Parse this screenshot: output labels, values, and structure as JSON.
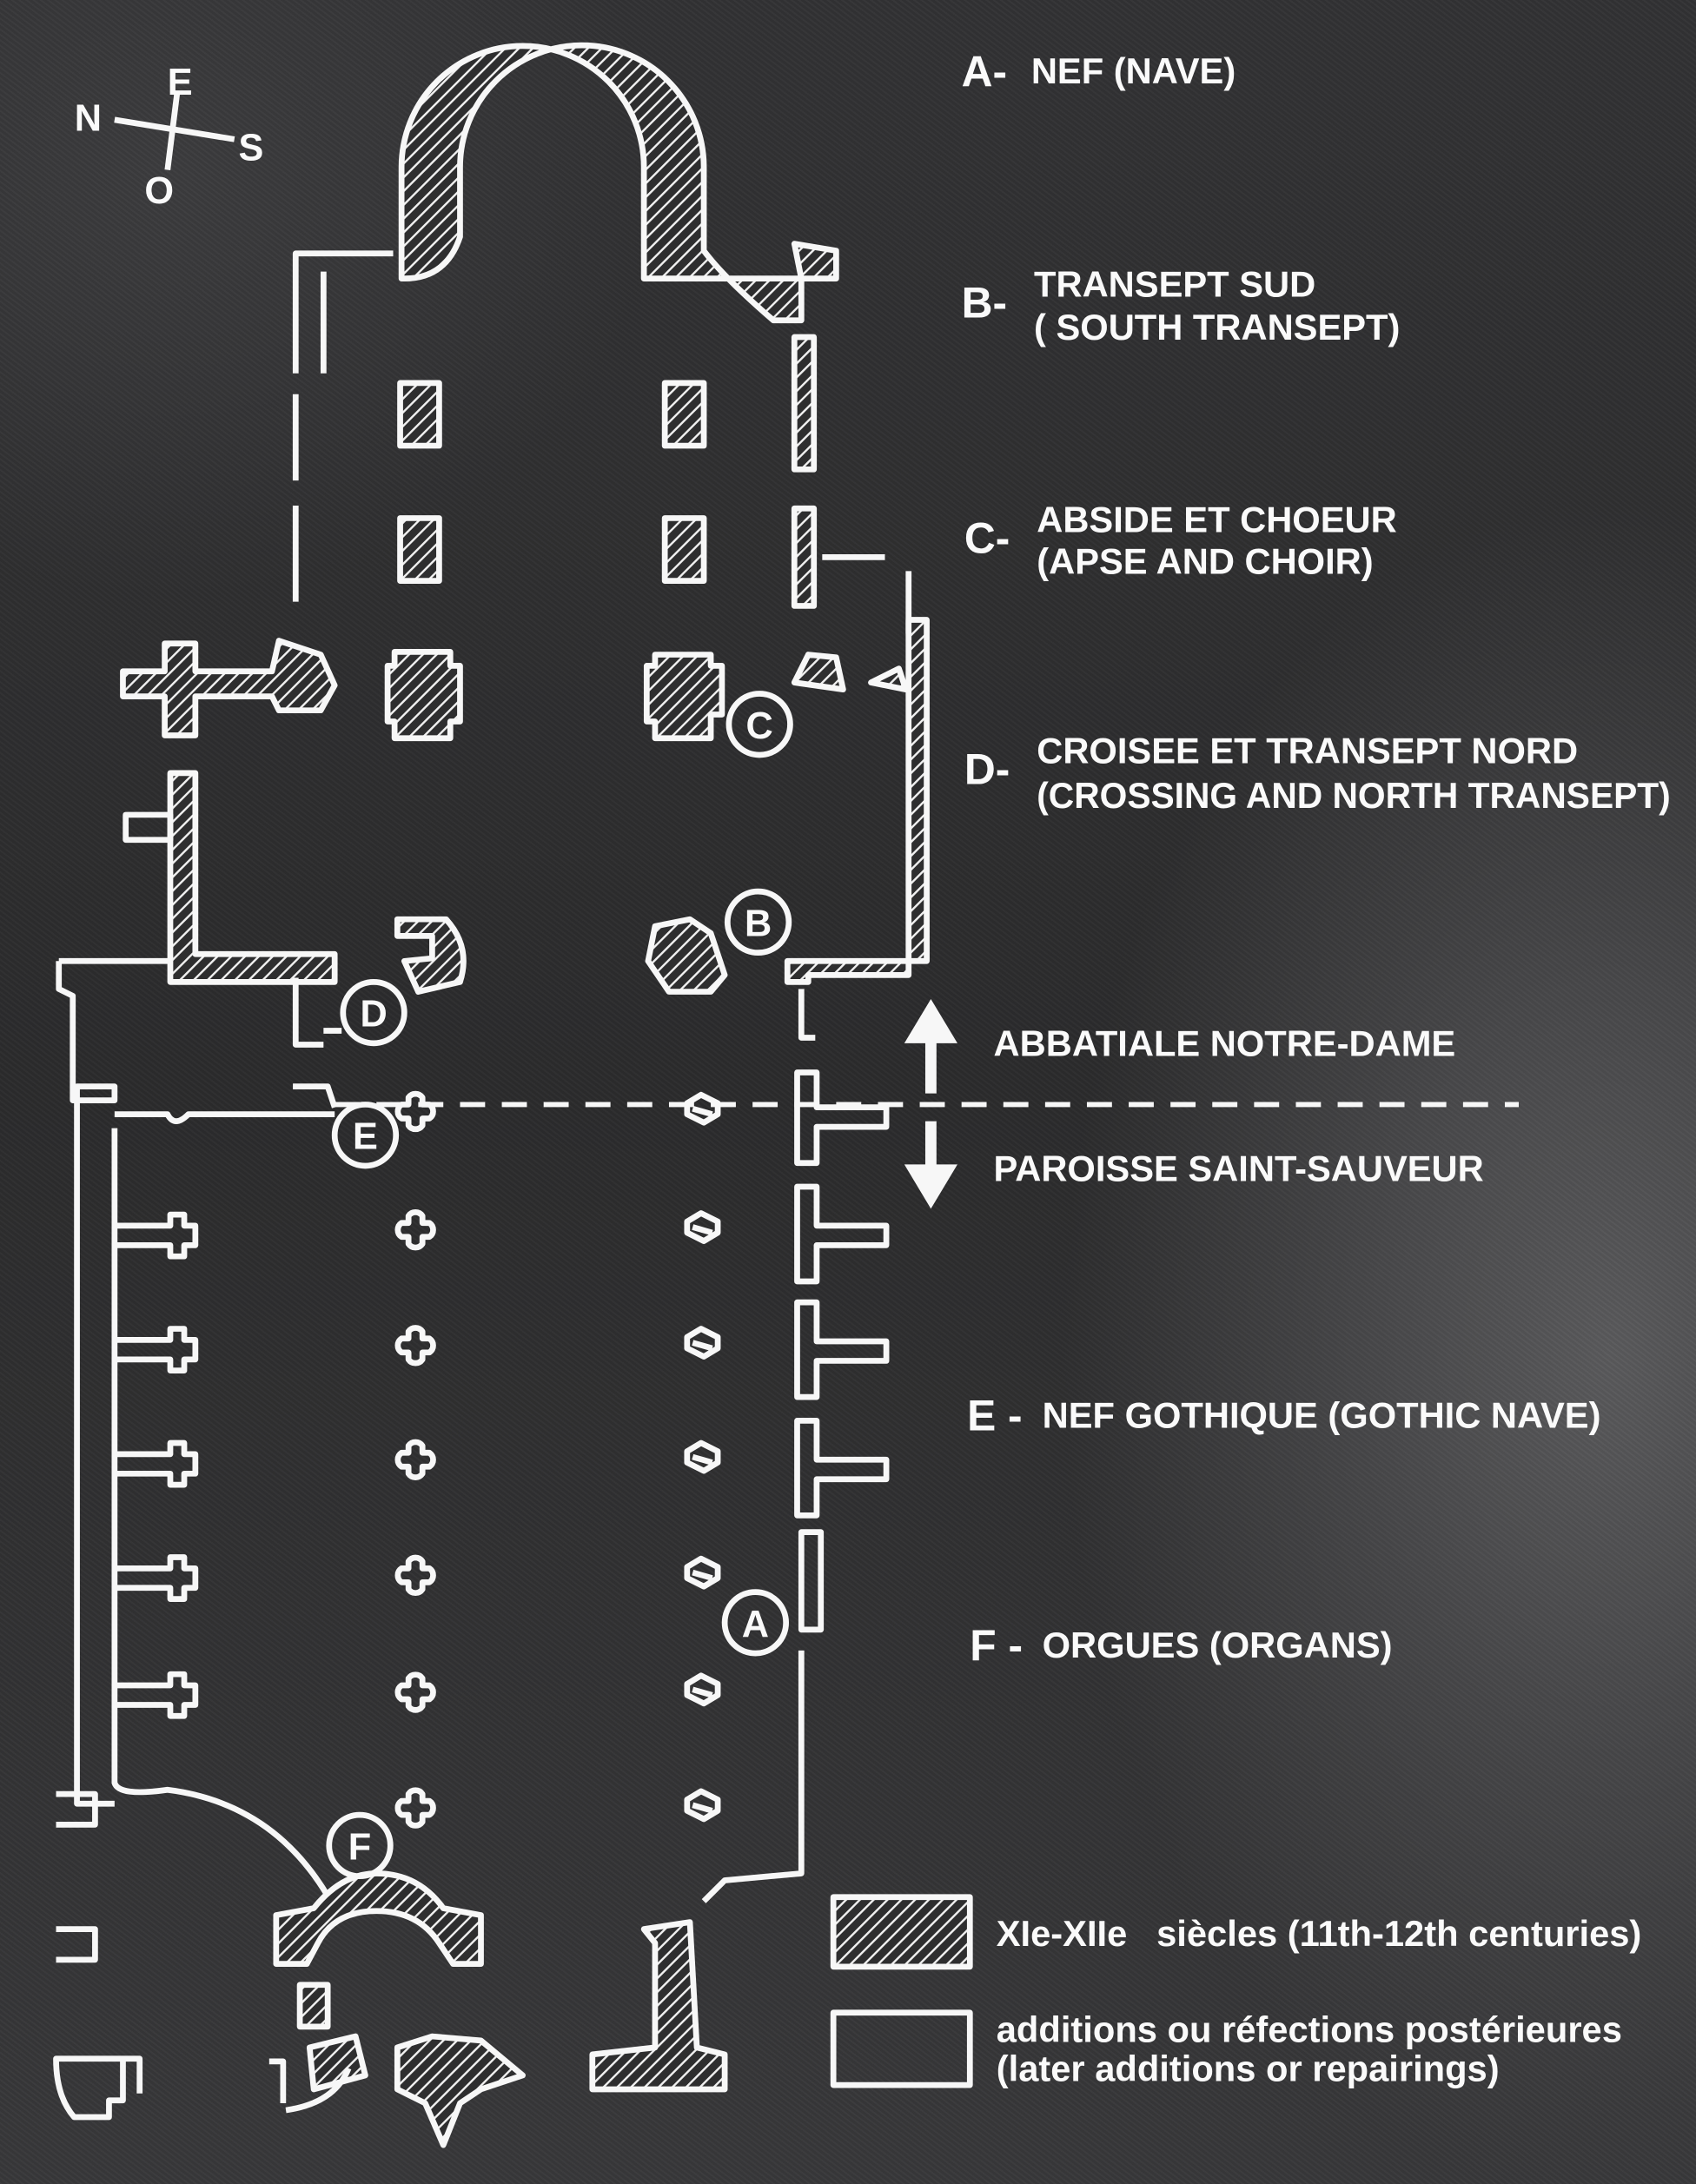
{
  "compass": {
    "north": "N",
    "east": "E",
    "south": "S",
    "west": "O"
  },
  "legend_key": [
    {
      "letter": "A-",
      "text": "NEF (NAVE)"
    },
    {
      "letter": "B-",
      "text": "TRANSEPT SUD",
      "text2": "( SOUTH TRANSEPT)"
    },
    {
      "letter": "C-",
      "text": "ABSIDE ET CHOEUR",
      "text2": "(APSE AND CHOIR)"
    },
    {
      "letter": "D-",
      "text": "CROISEE ET TRANSEPT NORD",
      "text2": "(CROSSING AND NORTH TRANSEPT)"
    },
    {
      "letter": "E -",
      "text": "NEF GOTHIQUE (GOTHIC NAVE)"
    },
    {
      "letter": "F -",
      "text": "ORGUES (ORGANS)"
    }
  ],
  "divider": {
    "above": "ABBATIALE NOTRE-DAME",
    "below": "PAROISSE SAINT-SAUVEUR"
  },
  "plan_markers": [
    "A",
    "B",
    "C",
    "D",
    "E",
    "F"
  ],
  "period_legend": {
    "hatched_main": "XIe-XIIe",
    "hatched_rest": "siècles (11th-12th centuries)",
    "outline_line1": "additions ou réfections postérieures",
    "outline_line2": "(later additions or repairings)"
  },
  "colors": {
    "background": "#2e2e2f",
    "ink": "#f2f2f2"
  }
}
